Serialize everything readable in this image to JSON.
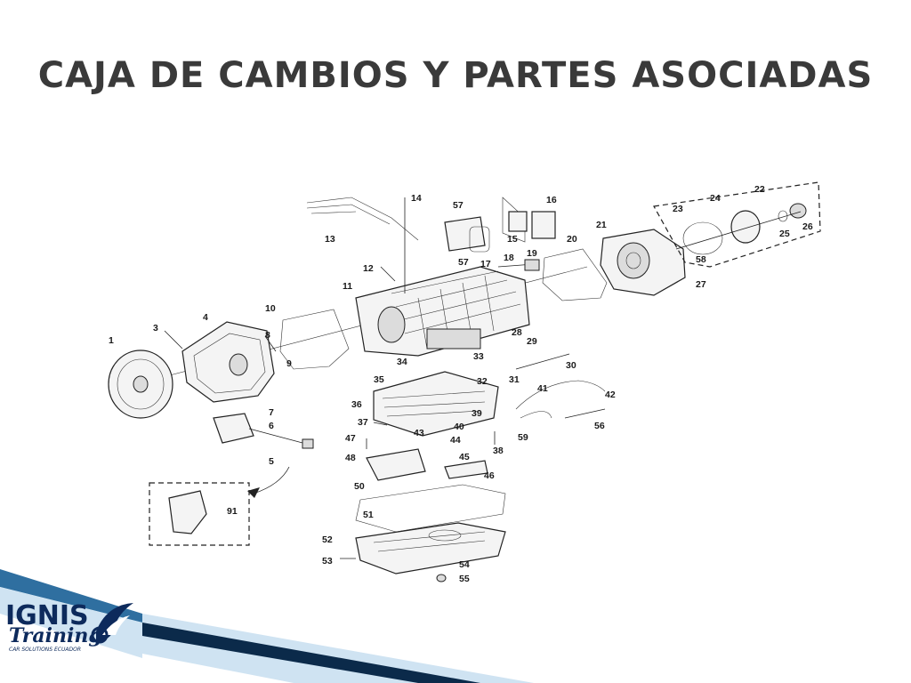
{
  "title": "CAJA DE CAMBIOS Y PARTES ASOCIADAS",
  "logo": {
    "brand": "IGNIS",
    "sub": "Training",
    "tagline": "CAR SOLUTIONS ECUADOR",
    "icon": "flame-wing-icon"
  },
  "labels": {
    "l1": "1",
    "l3": "3",
    "l4": "4",
    "l5": "5",
    "l6": "6",
    "l7": "7",
    "l8": "8",
    "l9": "9",
    "l10": "10",
    "l11": "11",
    "l12": "12",
    "l13": "13",
    "l14": "14",
    "l15": "15",
    "l16": "16",
    "l17": "17",
    "l18": "18",
    "l19": "19",
    "l20": "20",
    "l21": "21",
    "l22": "22",
    "l23": "23",
    "l24": "24",
    "l25": "25",
    "l26": "26",
    "l27": "27",
    "l28": "28",
    "l29": "29",
    "l30": "30",
    "l31": "31",
    "l32": "32",
    "l33": "33",
    "l34": "34",
    "l35": "35",
    "l36": "36",
    "l37": "37",
    "l38": "38",
    "l39": "39",
    "l40": "40",
    "l41": "41",
    "l42": "42",
    "l43": "43",
    "l44": "44",
    "l45": "45",
    "l46": "46",
    "l47": "47",
    "l48": "48",
    "l50": "50",
    "l51": "51",
    "l52": "52",
    "l53": "53",
    "l54": "54",
    "l55": "55",
    "l56": "56",
    "l57a": "57",
    "l57b": "57",
    "l58": "58",
    "l59": "59",
    "l91": "91"
  },
  "colors": {
    "title": "#3a3a3a",
    "logo_navy": "#0d2a5c",
    "stripe_dark": "#0b2a4a",
    "stripe_mid": "#2f6fa0",
    "stripe_light": "#cfe3f2"
  }
}
